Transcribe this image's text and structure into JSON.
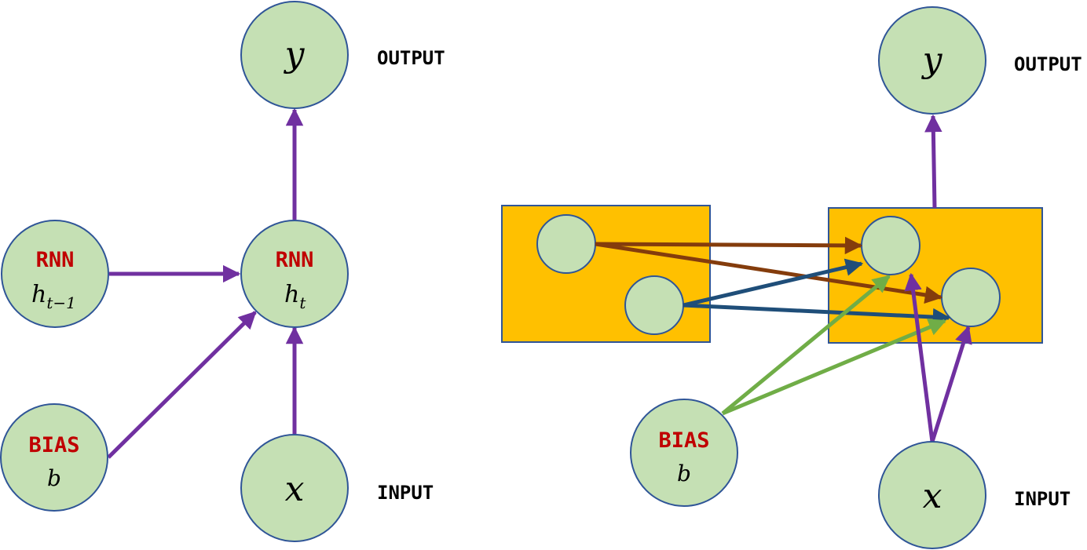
{
  "left": {
    "output_var": "y",
    "output_label": "OUTPUT",
    "rnn_label": "RNN",
    "ht_base": "h",
    "ht_sub": "t",
    "prev_label": "RNN",
    "prev_base": "h",
    "prev_sub": "t−1",
    "bias_label": "BIAS",
    "bias_var": "b",
    "input_var": "x",
    "input_label": "INPUT"
  },
  "right": {
    "output_var": "y",
    "output_label": "OUTPUT",
    "bias_label": "BIAS",
    "bias_var": "b",
    "input_var": "x",
    "input_label": "INPUT"
  },
  "colors": {
    "node_fill": "#c5e0b4",
    "node_stroke": "#2f5597",
    "box_fill": "#ffc000",
    "purple": "#7030a0",
    "brown": "#843c0c",
    "blue": "#1f4e79",
    "green": "#70ad47",
    "label_red": "#c00000"
  }
}
